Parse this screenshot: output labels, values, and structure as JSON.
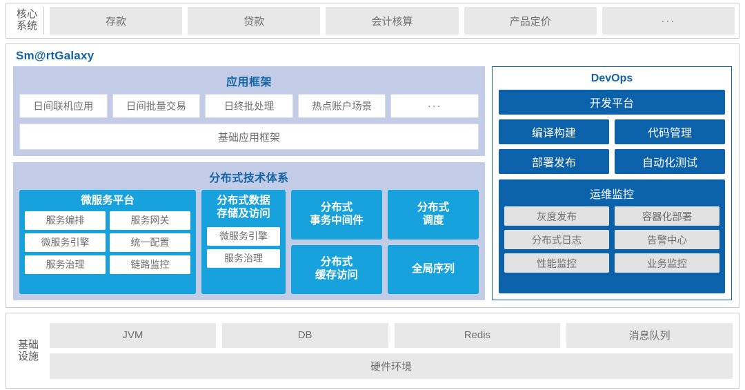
{
  "core_systems": {
    "label_line1": "核心",
    "label_line2": "系统",
    "items": [
      {
        "label": "存款"
      },
      {
        "label": "贷款"
      },
      {
        "label": "会计核算"
      },
      {
        "label": "产品定价"
      },
      {
        "label": "···"
      }
    ]
  },
  "platform": {
    "brand": "Sm@rtGalaxy",
    "app_framework": {
      "title": "应用框架",
      "chips": [
        {
          "label": "日间联机应用"
        },
        {
          "label": "日间批量交易"
        },
        {
          "label": "日终批处理"
        },
        {
          "label": "热点账户场景"
        },
        {
          "label": "···"
        }
      ],
      "base_bar": "基础应用框架"
    },
    "distributed": {
      "title": "分布式技术体系",
      "microservice": {
        "title": "微服务平台",
        "chips": [
          [
            "服务编排",
            "服务网关"
          ],
          [
            "微服务引擎",
            "统一配置"
          ],
          [
            "服务治理",
            "链路监控"
          ]
        ]
      },
      "storage": {
        "title": "分布式数据\n存储及访问",
        "title_line1": "分布式数据",
        "title_line2": "存储及访问",
        "chips": [
          {
            "label": "微服务引擎"
          },
          {
            "label": "服务治理"
          }
        ]
      },
      "cards": [
        {
          "line1": "分布式",
          "line2": "事务中间件"
        },
        {
          "line1": "分布式",
          "line2": "调度"
        },
        {
          "line1": "分布式",
          "line2": "缓存访问"
        },
        {
          "line1": "全局序列",
          "line2": ""
        }
      ]
    }
  },
  "devops": {
    "title": "DevOps",
    "dev_platform": "开发平台",
    "pairs": [
      [
        "编译构建",
        "代码管理"
      ],
      [
        "部署发布",
        "自动化测试"
      ]
    ],
    "ops": {
      "title": "运维监控",
      "chips": [
        [
          "灰度发布",
          "容器化部署"
        ],
        [
          "分布式日志",
          "告警中心"
        ],
        [
          "性能监控",
          "业务监控"
        ]
      ]
    }
  },
  "infrastructure": {
    "label_line1": "基础",
    "label_line2": "设施",
    "items": [
      {
        "label": "JVM"
      },
      {
        "label": "DB"
      },
      {
        "label": "Redis"
      },
      {
        "label": "消息队列"
      }
    ],
    "hardware": "硬件环境"
  },
  "colors": {
    "brand_blue": "#1464a5",
    "light_blue_card": "#17a2dd",
    "devops_blue": "#0b62ab",
    "group_lavender": "#c3cce6",
    "chip_gray": "#e8e8e8"
  }
}
